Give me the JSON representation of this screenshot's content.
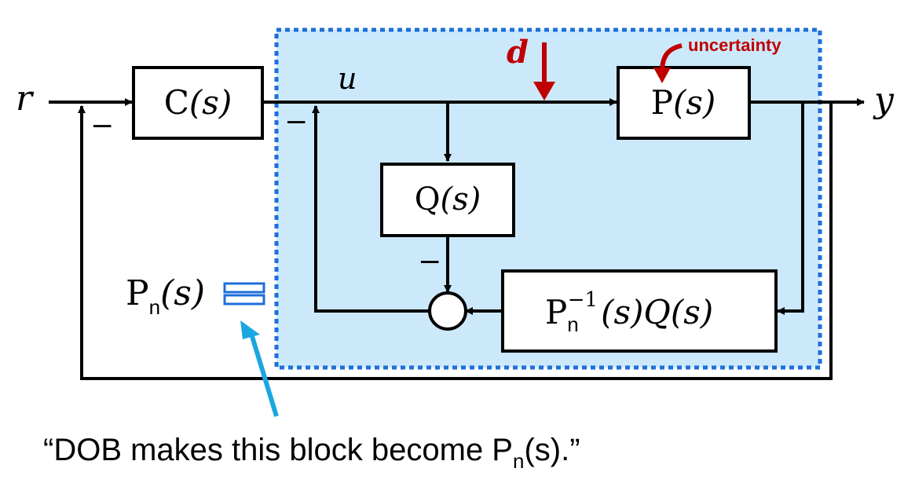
{
  "signals": {
    "r": "r",
    "u": "u",
    "y": "y",
    "d": "d"
  },
  "blocks": {
    "controller": {
      "main": "C",
      "arg": "(s)"
    },
    "plant": {
      "main": "P",
      "arg": "(s)"
    },
    "q_filter": {
      "main": "Q",
      "arg": "(s)"
    },
    "inverse_model": {
      "main": "P",
      "sub": "n",
      "sup": "−1",
      "arg": "(s)Q(s)"
    }
  },
  "signs": {
    "outer_feedback": "−",
    "inner_feedback": "−",
    "q_sum": "−"
  },
  "annotations": {
    "uncertainty": "uncertainty",
    "pn_label": {
      "main": "P",
      "sub": "n",
      "arg": "(s)"
    },
    "equals_symbol": "=",
    "caption": {
      "before": "“DOB makes this block become P",
      "sub": "n",
      "after": "(s).”"
    }
  },
  "colors": {
    "region_fill": "#cce9fb",
    "region_border": "#1e6fd9",
    "disturbance": "#c00000",
    "annotation_arrow": "#1aa7e0",
    "equals_symbol": "#1e6fd9",
    "line": "#000000"
  }
}
